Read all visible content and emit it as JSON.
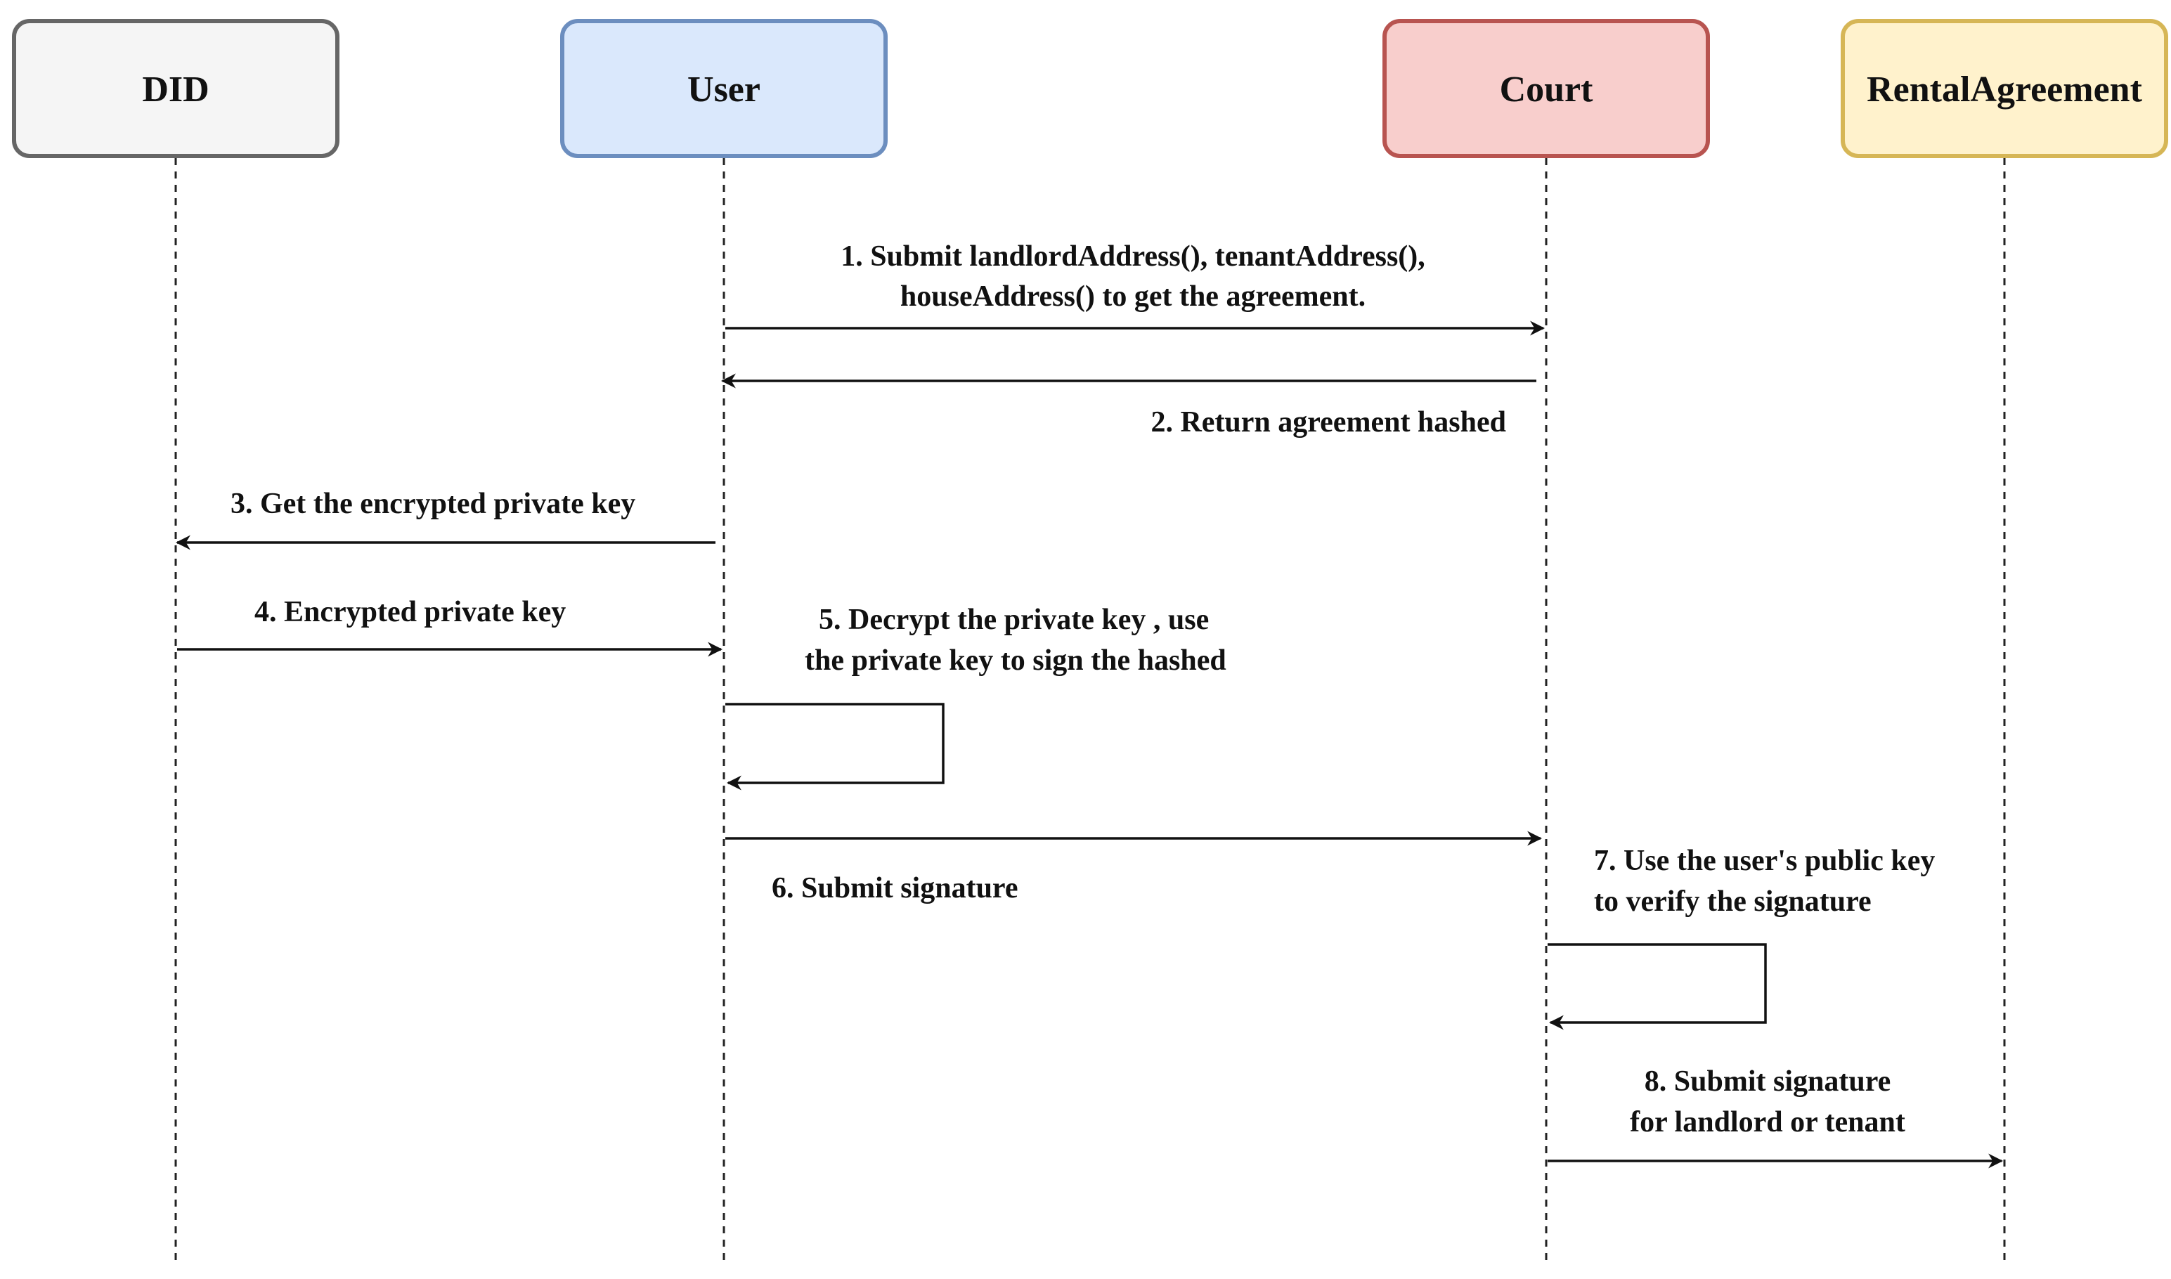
{
  "actors": [
    {
      "id": "did",
      "label": "DID",
      "fill": "#f5f5f5",
      "stroke": "#666666"
    },
    {
      "id": "user",
      "label": "User",
      "fill": "#dae8fc",
      "stroke": "#6c8ebf"
    },
    {
      "id": "court",
      "label": "Court",
      "fill": "#f8cecc",
      "stroke": "#b85450"
    },
    {
      "id": "rental",
      "label": "RentalAgreement",
      "fill": "#fff2cc",
      "stroke": "#d6b656"
    }
  ],
  "messages": [
    {
      "id": "m1",
      "from": "user",
      "to": "court",
      "lines": [
        "1. Submit landlordAddress(), tenantAddress(),",
        "houseAddress() to get the agreement."
      ]
    },
    {
      "id": "m2",
      "from": "court",
      "to": "user",
      "lines": [
        "2. Return agreement hashed"
      ]
    },
    {
      "id": "m3",
      "from": "user",
      "to": "did",
      "lines": [
        "3. Get the encrypted private key"
      ]
    },
    {
      "id": "m4",
      "from": "did",
      "to": "user",
      "lines": [
        "4. Encrypted private key"
      ]
    },
    {
      "id": "m5",
      "from": "user",
      "to": "user",
      "lines": [
        "5. Decrypt the private key , use",
        "the private key to sign the hashed"
      ]
    },
    {
      "id": "m6",
      "from": "user",
      "to": "court",
      "lines": [
        "6. Submit signature"
      ]
    },
    {
      "id": "m7",
      "from": "court",
      "to": "court",
      "lines": [
        "7. Use the user's public key",
        "to verify the signature"
      ]
    },
    {
      "id": "m8",
      "from": "court",
      "to": "rental",
      "lines": [
        "8. Submit signature",
        "for landlord or tenant"
      ]
    }
  ],
  "colors": {
    "line": "#111111",
    "lifeline": "#222222",
    "text": "#111111"
  }
}
